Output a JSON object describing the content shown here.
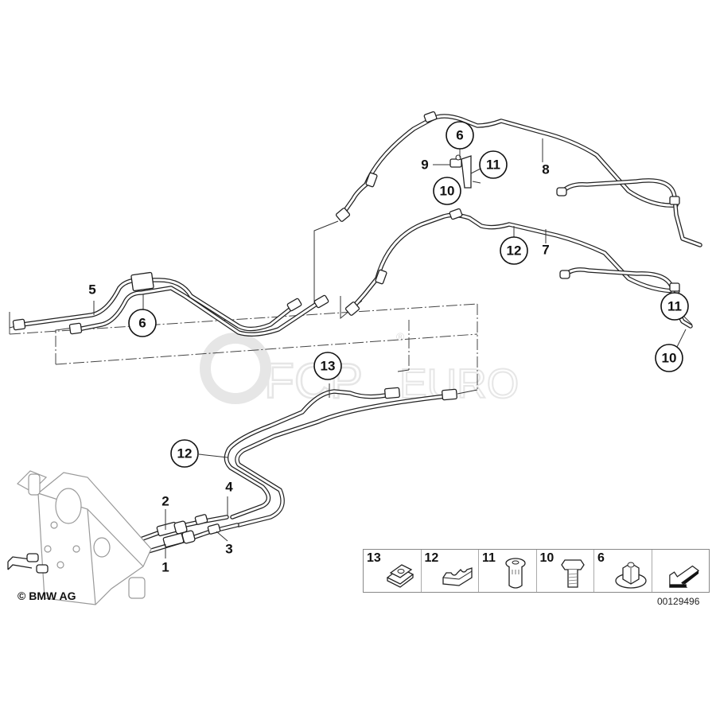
{
  "diagram": {
    "type": "exploded parts diagram",
    "subject": "hydraulic / power steering pipe lines",
    "watermark": {
      "main": "FCP",
      "suffix": "EURO",
      "registered": "®"
    },
    "callouts": [
      {
        "id": "c1",
        "label": "1",
        "style": "plain"
      },
      {
        "id": "c2",
        "label": "2",
        "style": "plain"
      },
      {
        "id": "c3",
        "label": "3",
        "style": "plain"
      },
      {
        "id": "c4",
        "label": "4",
        "style": "plain"
      },
      {
        "id": "c5",
        "label": "5",
        "style": "plain"
      },
      {
        "id": "c6a",
        "label": "6",
        "style": "circled"
      },
      {
        "id": "c6b",
        "label": "6",
        "style": "circled"
      },
      {
        "id": "c7",
        "label": "7",
        "style": "plain"
      },
      {
        "id": "c8",
        "label": "8",
        "style": "plain"
      },
      {
        "id": "c9",
        "label": "9",
        "style": "plain"
      },
      {
        "id": "c10a",
        "label": "10",
        "style": "circled"
      },
      {
        "id": "c10b",
        "label": "10",
        "style": "circled"
      },
      {
        "id": "c11a",
        "label": "11",
        "style": "circled"
      },
      {
        "id": "c11b",
        "label": "11",
        "style": "circled"
      },
      {
        "id": "c12a",
        "label": "12",
        "style": "circled"
      },
      {
        "id": "c12b",
        "label": "12",
        "style": "circled"
      },
      {
        "id": "c13",
        "label": "13",
        "style": "circled"
      }
    ]
  },
  "legend": {
    "items": [
      {
        "number": "13",
        "icon": "clip-nut-icon"
      },
      {
        "number": "12",
        "icon": "pipe-holder-icon"
      },
      {
        "number": "11",
        "icon": "rivet-nut-icon"
      },
      {
        "number": "10",
        "icon": "hex-bolt-icon"
      },
      {
        "number": "6",
        "icon": "collar-nut-icon"
      },
      {
        "number": "",
        "icon": "direction-arrow-icon"
      }
    ]
  },
  "footer": {
    "copyright": "© BMW AG",
    "diagram_id": "00129496"
  }
}
